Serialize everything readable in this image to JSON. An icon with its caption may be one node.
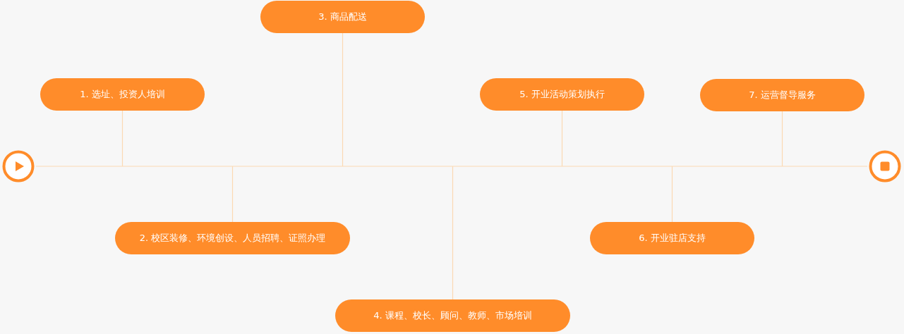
{
  "diagram": {
    "nodes": [
      {
        "text": [],
        "shape": "circle"
      },
      {
        "text": [
          "1. 选址、投资人培训"
        ]
      },
      {
        "text": [
          "2. 校区装修、环境创设、人员招聘、证照办理"
        ]
      },
      {
        "text": [
          "3. 商品配送"
        ]
      },
      {
        "text": [
          "4. 课程、校长、顾问、教师、市场培训"
        ]
      },
      {
        "text": [
          "5. 开业活动策划执行"
        ]
      },
      {
        "text": [
          "6. 开业驻店支持"
        ]
      },
      {
        "text": [
          "7. 运营督导服务"
        ]
      },
      {
        "text": [],
        "shape": "circle"
      }
    ],
    "edges": [
      {
        "from": 0,
        "to": 8,
        "arrow": "none"
      },
      {
        "from": 1,
        "to": null,
        "arrow": "none"
      },
      {
        "from": 2,
        "to": null,
        "arrow": "none"
      },
      {
        "from": 3,
        "to": null,
        "arrow": "none"
      },
      {
        "from": 4,
        "to": null,
        "arrow": "none"
      },
      {
        "from": 5,
        "to": null,
        "arrow": "none"
      },
      {
        "from": 6,
        "to": null,
        "arrow": "none"
      },
      {
        "from": 7,
        "to": null,
        "arrow": "none"
      }
    ]
  }
}
